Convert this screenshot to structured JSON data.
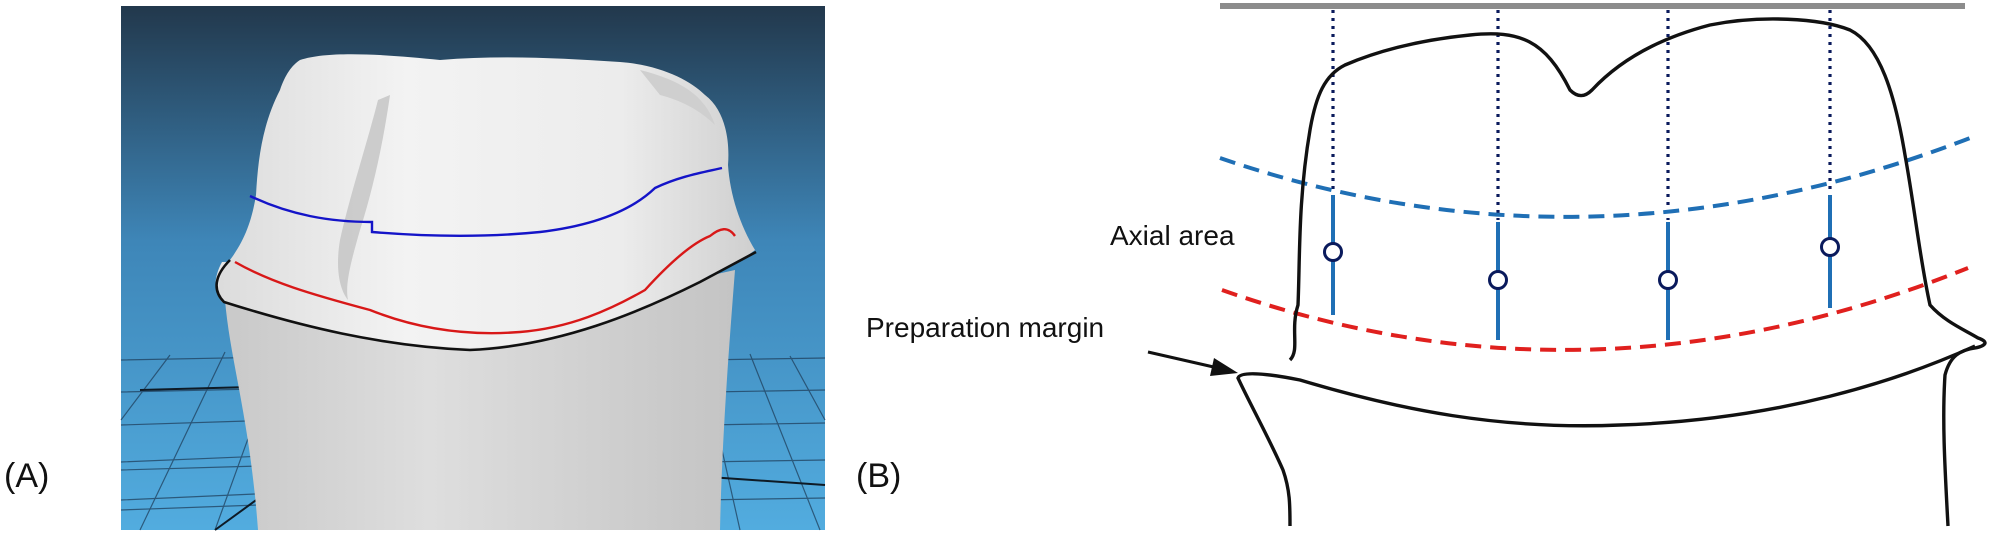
{
  "panels": {
    "a_label": "(A)",
    "b_label": "(B)"
  },
  "annotations": {
    "axial_area": "Axial area",
    "preparation_margin": "Preparation margin"
  },
  "colors": {
    "upper_line": "#1414c8",
    "lower_line": "#d81818",
    "margin_line": "#111111",
    "dashed_blue": "#1f6fb5",
    "dashed_red": "#e0201e",
    "vertical_dotted": "#0a1a5c",
    "reference_bar": "#8c8c8c",
    "background_top": "#22384c",
    "background_bottom": "#4fa9dd"
  }
}
